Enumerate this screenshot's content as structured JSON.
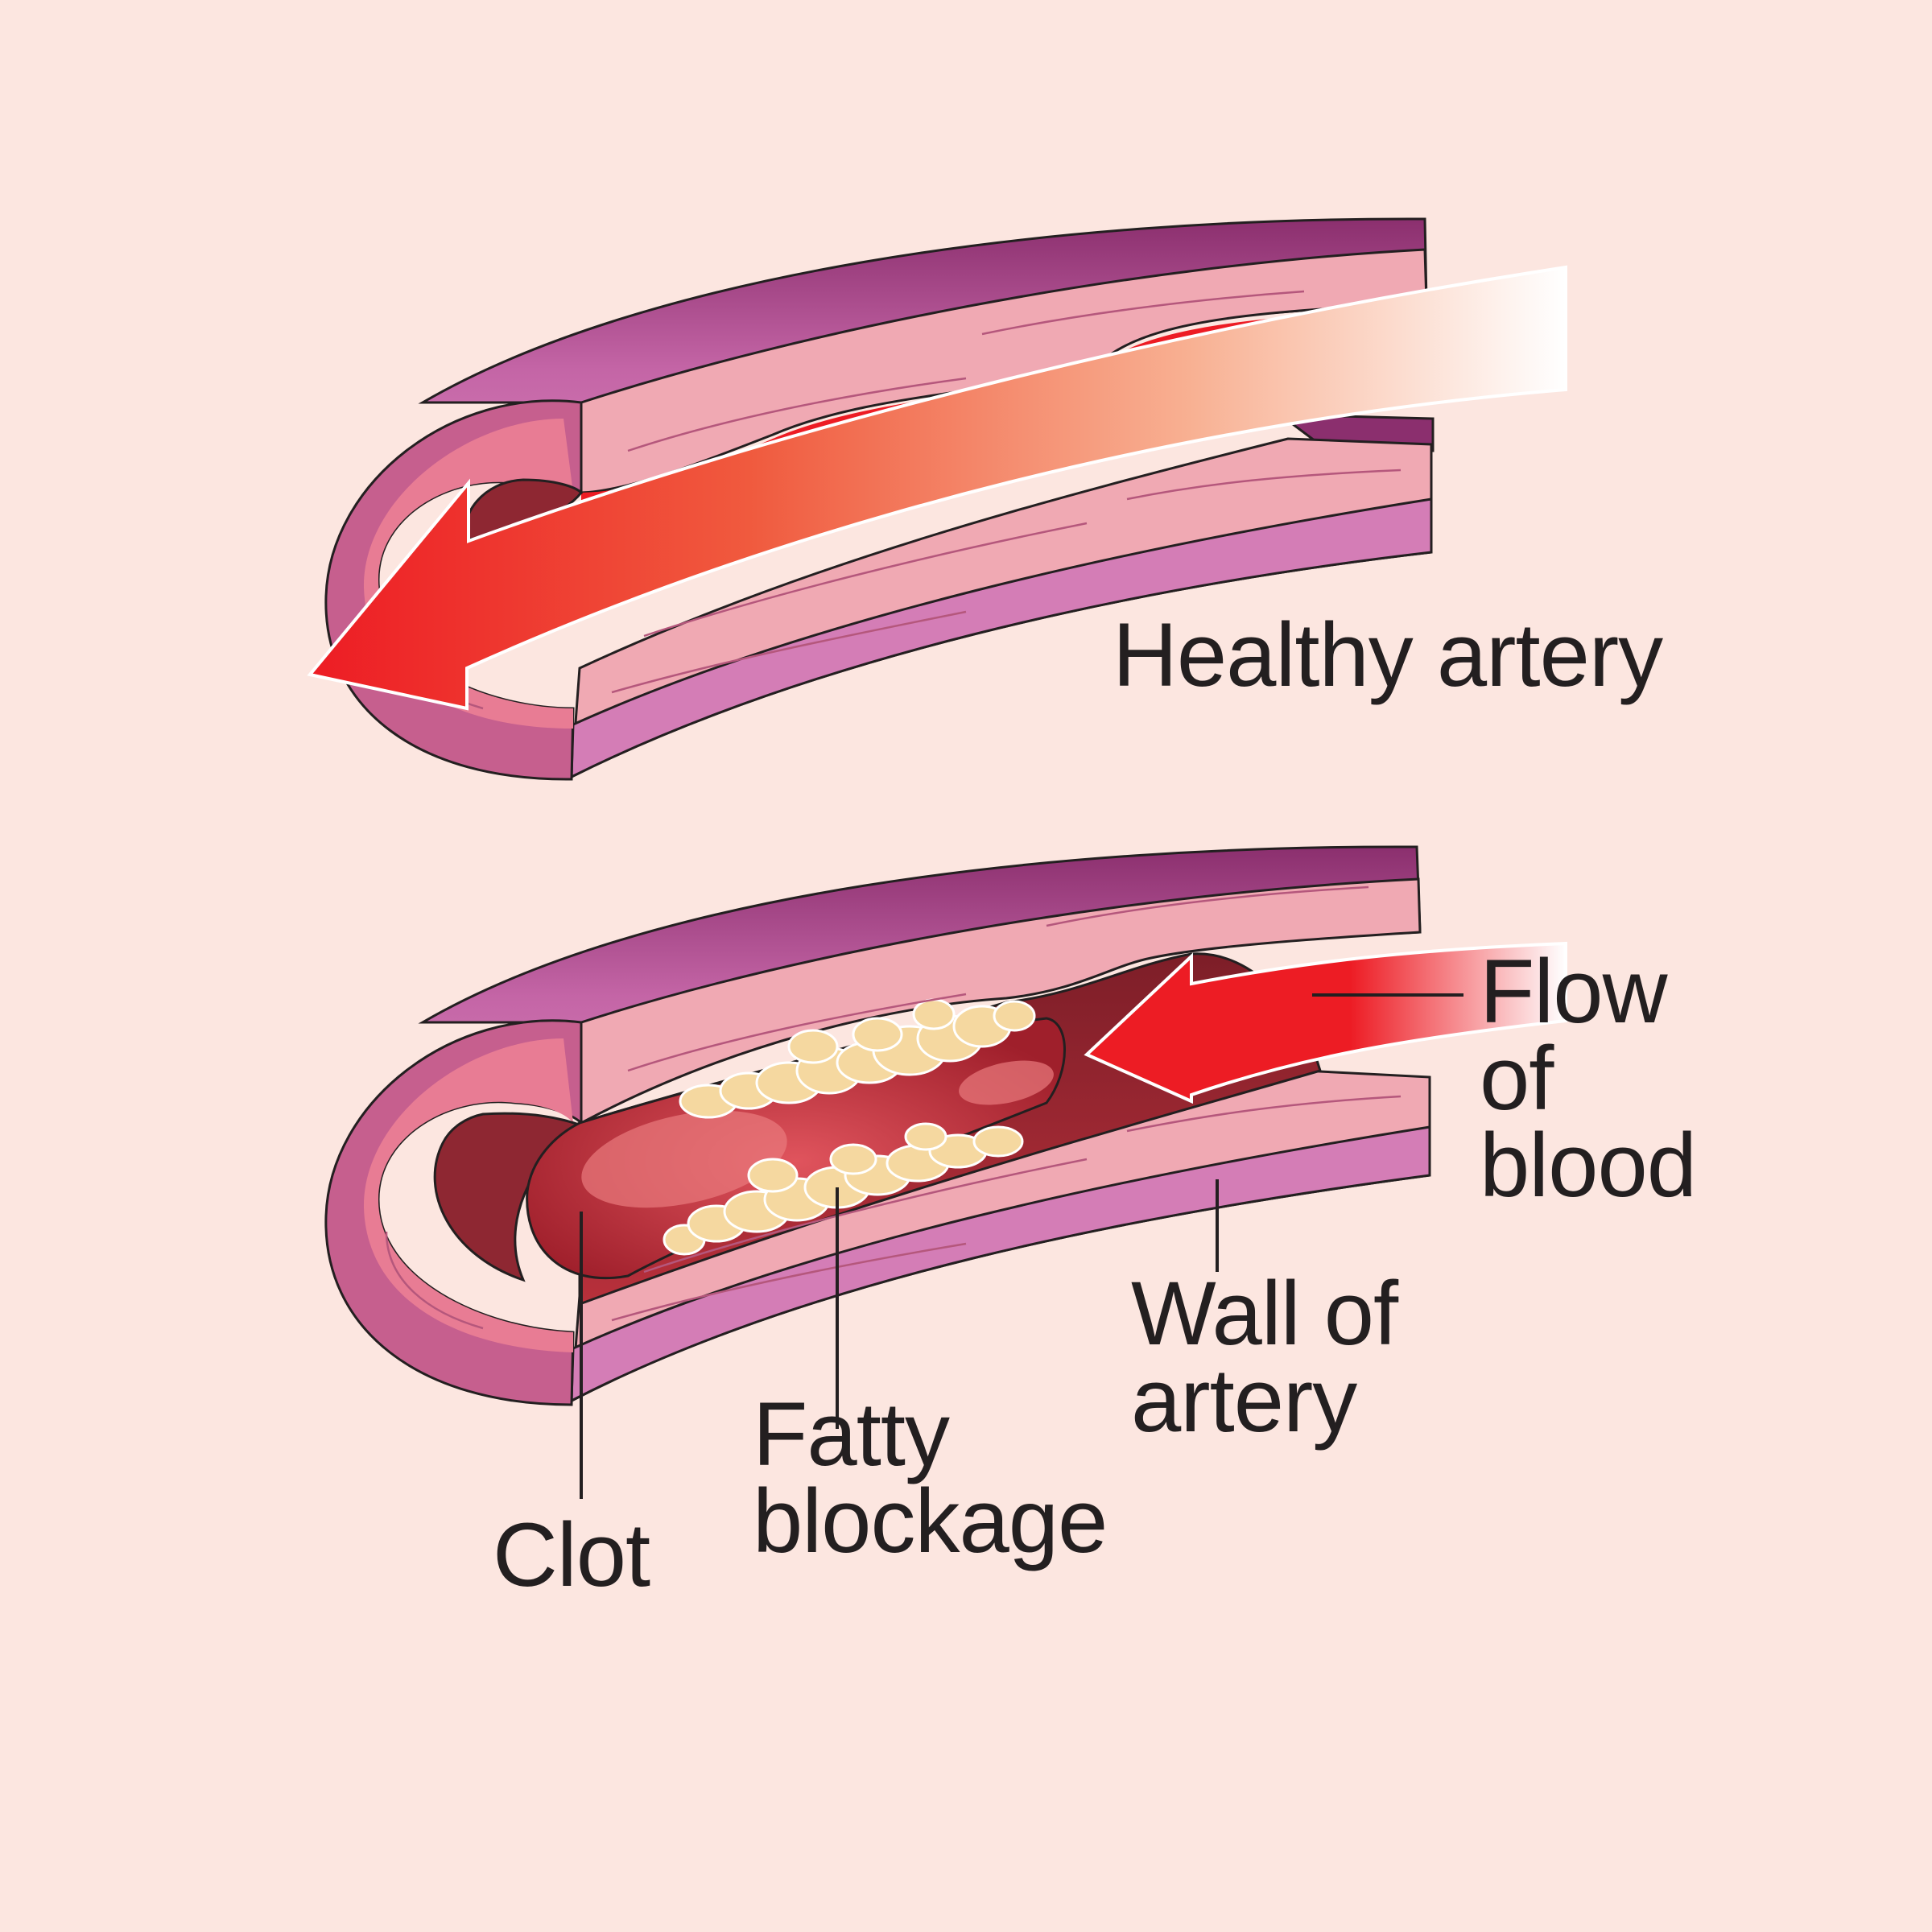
{
  "colors": {
    "background": "#fce6e0",
    "outer_wall": "#d47db6",
    "outer_wall_shadow": "#8b2f6e",
    "inner_wall": "#f0a9b3",
    "cut_face": "#e87c94",
    "blood": "#ed1c24",
    "lumen_dark": "#8e2732",
    "fat": "#f5d8a0",
    "outline": "#231f20"
  },
  "labels": {
    "healthy_artery": "Healthy artery",
    "flow_of_blood": [
      "Flow",
      "of",
      "blood"
    ],
    "wall_of_artery": [
      "Wall of",
      "artery"
    ],
    "fatty_blockage": [
      "Fatty",
      "blockage"
    ],
    "clot": "Clot"
  }
}
